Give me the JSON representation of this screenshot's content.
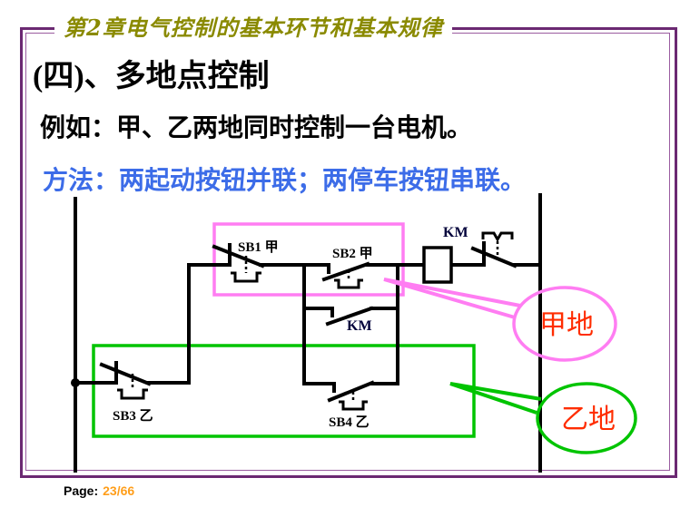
{
  "slide": {
    "chapter_title": "第2章电气控制的基本环节和基本规律",
    "heading": "(四)、多地点控制",
    "example_line": "例如：甲、乙两地同时控制一台电机。",
    "method_line": "方法：两起动按钮并联；两停车按钮串联。"
  },
  "circuit": {
    "labels": {
      "sb1": "SB1 甲",
      "sb2": "SB2 甲",
      "km_coil": "KM",
      "km_contact": "KM",
      "sb3": "SB3 乙",
      "sb4": "SB4 乙"
    },
    "callouts": {
      "site_a": "甲地",
      "site_b": "乙地"
    }
  },
  "footer": {
    "page_label": "Page:",
    "page_number": "23/66"
  },
  "colors": {
    "border_purple_outer": "#6B2972",
    "border_purple_inner": "#9A5CA0",
    "title_olive": "#8A8A00",
    "method_blue": "#3C6CE8",
    "highlight_pink": "#FF7DF2",
    "highlight_green": "#00C400",
    "site_label_red": "#FF2D00",
    "page_number_orange": "#FF9E1B",
    "wire_black": "#000000"
  }
}
